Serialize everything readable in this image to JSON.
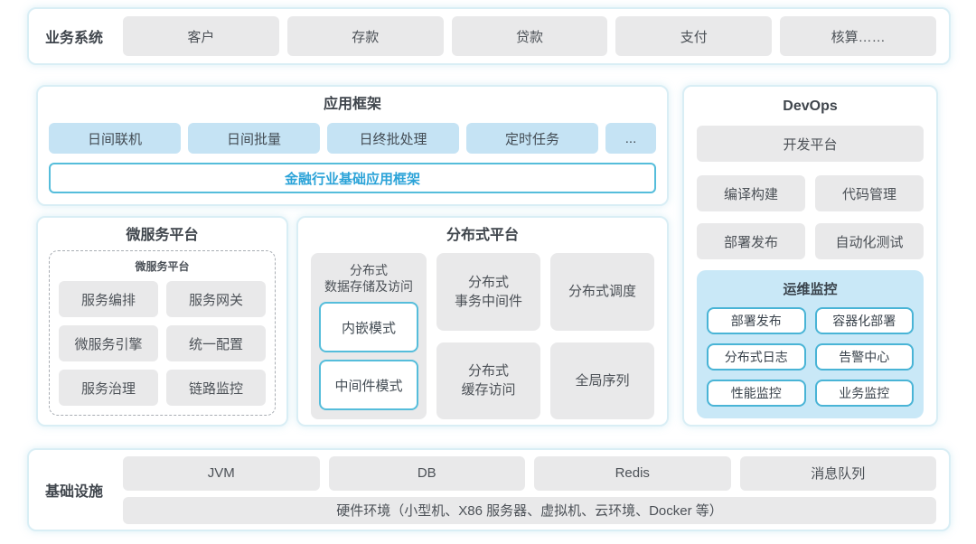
{
  "business": {
    "label": "业务系统",
    "items": [
      "客户",
      "存款",
      "贷款",
      "支付",
      "核算……"
    ]
  },
  "app_framework": {
    "title": "应用框架",
    "items": [
      "日间联机",
      "日间批量",
      "日终批处理",
      "定时任务"
    ],
    "more": "...",
    "base": "金融行业基础应用框架"
  },
  "microservice": {
    "title": "微服务平台",
    "inner_title": "微服务平台",
    "items": [
      "服务编排",
      "服务网关",
      "微服务引擎",
      "统一配置",
      "服务治理",
      "链路监控"
    ]
  },
  "distributed": {
    "title": "分布式平台",
    "storage_label": "分布式\n数据存储及访问",
    "storage_modes": [
      "内嵌模式",
      "中间件模式"
    ],
    "cells": [
      "分布式\n事务中间件",
      "分布式调度",
      "分布式\n缓存访问",
      "全局序列"
    ]
  },
  "devops": {
    "title": "DevOps",
    "platform": "开发平台",
    "items": [
      "编译构建",
      "代码管理",
      "部署发布",
      "自动化测试"
    ],
    "monitoring": {
      "title": "运维监控",
      "items": [
        "部署发布",
        "容器化部署",
        "分布式日志",
        "告警中心",
        "性能监控",
        "业务监控"
      ]
    }
  },
  "infrastructure": {
    "label": "基础设施",
    "items": [
      "JVM",
      "DB",
      "Redis",
      "消息队列"
    ],
    "hardware": "硬件环境（小型机、X86 服务器、虚拟机、云环境、Docker 等）"
  },
  "colors": {
    "accent_blue": "#2ba3d8",
    "chip_blue": "#c5e3f4",
    "chip_gray": "#e9e9ea",
    "panel_border": "#d9eef5",
    "cyan_border": "#55bddb",
    "monitor_bg": "#c9e8f7"
  }
}
